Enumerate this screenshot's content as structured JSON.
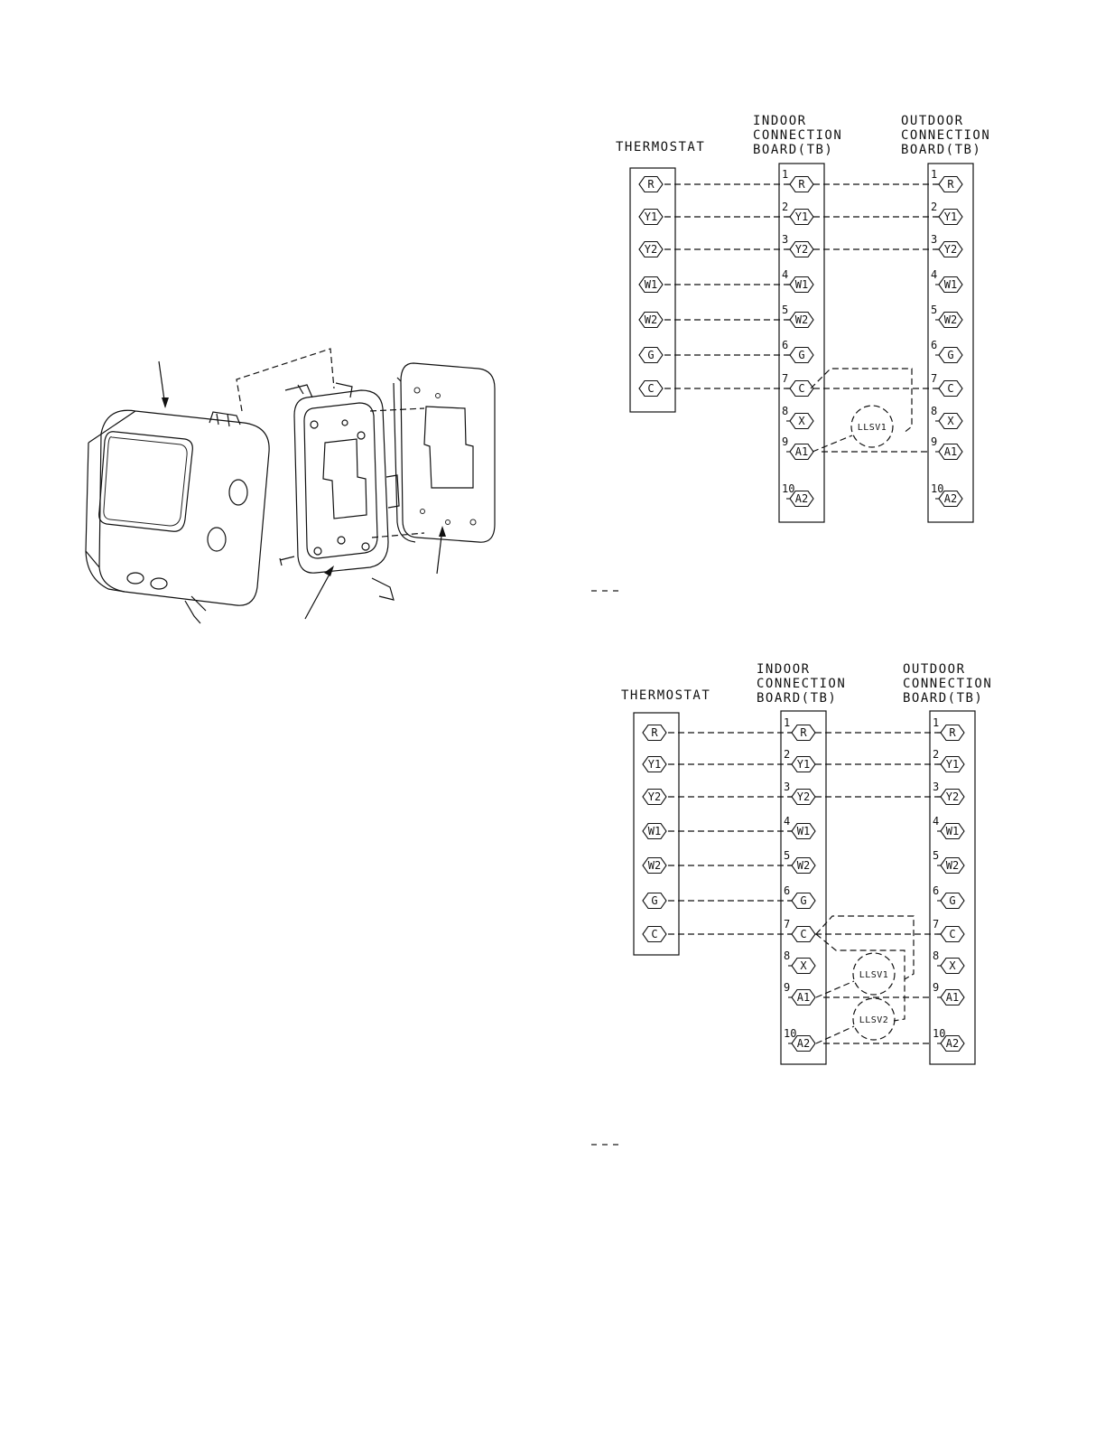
{
  "diagram_top": {
    "thermostat_label": "THERMOSTAT",
    "indoor_label": [
      "INDOOR",
      "CONNECTION",
      "BOARD(TB)"
    ],
    "outdoor_label": [
      "OUTDOOR",
      "CONNECTION",
      "BOARD(TB)"
    ],
    "thermostat_terminals": [
      "R",
      "Y1",
      "Y2",
      "W1",
      "W2",
      "G",
      "C"
    ],
    "board_terminals": [
      {
        "num": "1",
        "name": "R"
      },
      {
        "num": "2",
        "name": "Y1"
      },
      {
        "num": "3",
        "name": "Y2"
      },
      {
        "num": "4",
        "name": "W1"
      },
      {
        "num": "5",
        "name": "W2"
      },
      {
        "num": "6",
        "name": "G"
      },
      {
        "num": "7",
        "name": "C"
      },
      {
        "num": "8",
        "name": "X"
      },
      {
        "num": "9",
        "name": "A1"
      },
      {
        "num": "10",
        "name": "A2"
      }
    ],
    "solenoids": [
      "LLSV1"
    ]
  },
  "diagram_bottom": {
    "thermostat_label": "THERMOSTAT",
    "indoor_label": [
      "INDOOR",
      "CONNECTION",
      "BOARD(TB)"
    ],
    "outdoor_label": [
      "OUTDOOR",
      "CONNECTION",
      "BOARD(TB)"
    ],
    "thermostat_terminals": [
      "R",
      "Y1",
      "Y2",
      "W1",
      "W2",
      "G",
      "C"
    ],
    "board_terminals": [
      {
        "num": "1",
        "name": "R"
      },
      {
        "num": "2",
        "name": "Y1"
      },
      {
        "num": "3",
        "name": "Y2"
      },
      {
        "num": "4",
        "name": "W1"
      },
      {
        "num": "5",
        "name": "W2"
      },
      {
        "num": "6",
        "name": "G"
      },
      {
        "num": "7",
        "name": "C"
      },
      {
        "num": "8",
        "name": "X"
      },
      {
        "num": "9",
        "name": "A1"
      },
      {
        "num": "10",
        "name": "A2"
      }
    ],
    "solenoids": [
      "LLSV1",
      "LLSV2"
    ]
  },
  "illustration": {
    "icon": "thermostat-exploded-view-icon"
  }
}
